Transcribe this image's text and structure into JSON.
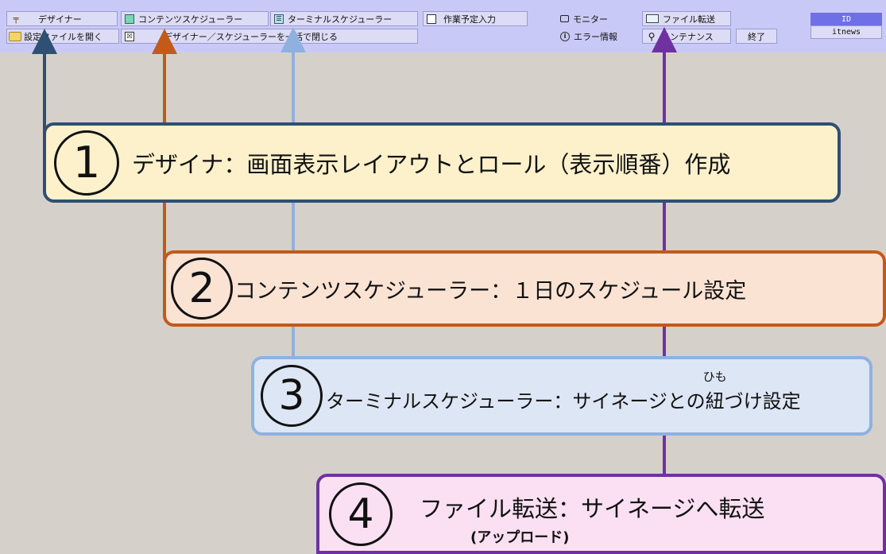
{
  "toolbar": {
    "row1": {
      "designer": "デザイナー",
      "content_scheduler": "コンテンツスケジューラー",
      "terminal_scheduler": "ターミナルスケジューラー",
      "work_schedule_input": "作業予定入力",
      "monitor": "モニター",
      "file_transfer": "ファイル転送"
    },
    "row2": {
      "open_settings_file": "設定ファイルを開く",
      "close_all": "デザイナー／スケジューラーを一括で閉じる",
      "error_info": "エラー情報",
      "maintenance": "メンテナンス",
      "exit": "終了"
    },
    "session": {
      "id_label": "ID",
      "user": "itnews"
    }
  },
  "callouts": [
    {
      "number": "1",
      "text": "デザイナ：画面表示レイアウトとロール（表示順番）作成",
      "color": "#2f4f73",
      "fill": "#fdf1cc"
    },
    {
      "number": "2",
      "text": "コンテンツスケジューラー：１日のスケジュール設定",
      "color": "#c25a1a",
      "fill": "#fbe3d4"
    },
    {
      "number": "3",
      "text_before": "ターミナルスケジューラー：サイネージとの",
      "ruby_base": "紐",
      "ruby_text": "ひも",
      "text_after": "づけ設定",
      "color": "#8fb1e0",
      "fill": "#dde6f4"
    },
    {
      "number": "4",
      "text": "ファイル転送：サイネージへ転送",
      "note": "(アップロード)",
      "color": "#7031a0",
      "fill": "#fbe0f3"
    }
  ],
  "colors": {
    "arrow1": "#2f4f73",
    "arrow2": "#c25a1a",
    "arrow3": "#8fb1e0",
    "arrow4": "#7031a0",
    "toolbar_bg": "#c9c9f7",
    "id_bg": "#6f6fe6"
  },
  "icons": {
    "designer": "hammer-icon",
    "content_scheduler": "content-scheduler-icon",
    "terminal_scheduler": "terminal-scheduler-icon",
    "work_schedule_input": "document-icon",
    "monitor": "monitor-icon",
    "file_transfer": "file-transfer-icon",
    "open_settings_file": "folder-icon",
    "close_all": "close-window-icon",
    "error_info": "info-icon",
    "maintenance": "wrench-icon"
  }
}
